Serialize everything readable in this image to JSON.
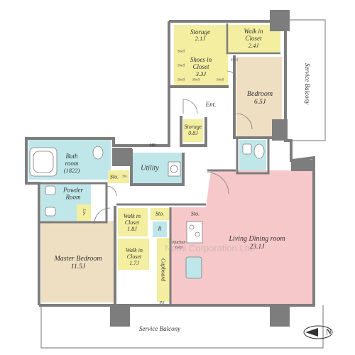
{
  "colors": {
    "wall": "#7d7d7d",
    "storage": "#f3eea0",
    "bedroom": "#efdfc2",
    "wet": "#bfe7ea",
    "hall": "#ffffff",
    "living": "#f6c8ca",
    "balcony_line": "#8c8c8c"
  },
  "rooms": {
    "storage_top": {
      "name": "Storage",
      "area": "2.1J"
    },
    "walk_in_closet_top": {
      "name": "Walk in Closet",
      "area": "2.4J"
    },
    "shoes_in_closet": {
      "name": "Shoes in Closet",
      "area": "3.3J"
    },
    "bedroom": {
      "name": "Bedroom",
      "area": "6.5J"
    },
    "entrance": {
      "name": "Ent."
    },
    "storage_mid": {
      "name": "Storage",
      "area": "0.8J"
    },
    "bath_room": {
      "name": "Bath room",
      "size": "(1822)"
    },
    "utility": {
      "name": "Utility"
    },
    "powder_room": {
      "name": "Powder Room"
    },
    "walk_in_closet_1": {
      "name": "Walk in Closet",
      "area": "1.8J"
    },
    "walk_in_closet_2": {
      "name": "Walk in Closet",
      "area": "1.7J"
    },
    "master_bedroom": {
      "name": "Master Bedroom",
      "area": "11.5J"
    },
    "kitchen": {
      "name": "Kitchen",
      "area": "6.0J"
    },
    "living_dining": {
      "name": "Living Dining room",
      "area": "23.1J"
    },
    "cupboard": {
      "name": "Cupboard"
    }
  },
  "small_labels": {
    "sto_1": "Sto.",
    "sto_2": "Sto.",
    "sto_3": "Sto.",
    "sto_4": "Sto.",
    "lin": "Lin.",
    "mb": "MB",
    "r": "R",
    "ps": "PS"
  },
  "shelf_label": "Shelf",
  "balconies": {
    "side": "Service Balcony",
    "bottom": "Service Balcony"
  },
  "watermark": "Nomi Corporation Ltd.",
  "compass": {
    "label": "N"
  }
}
